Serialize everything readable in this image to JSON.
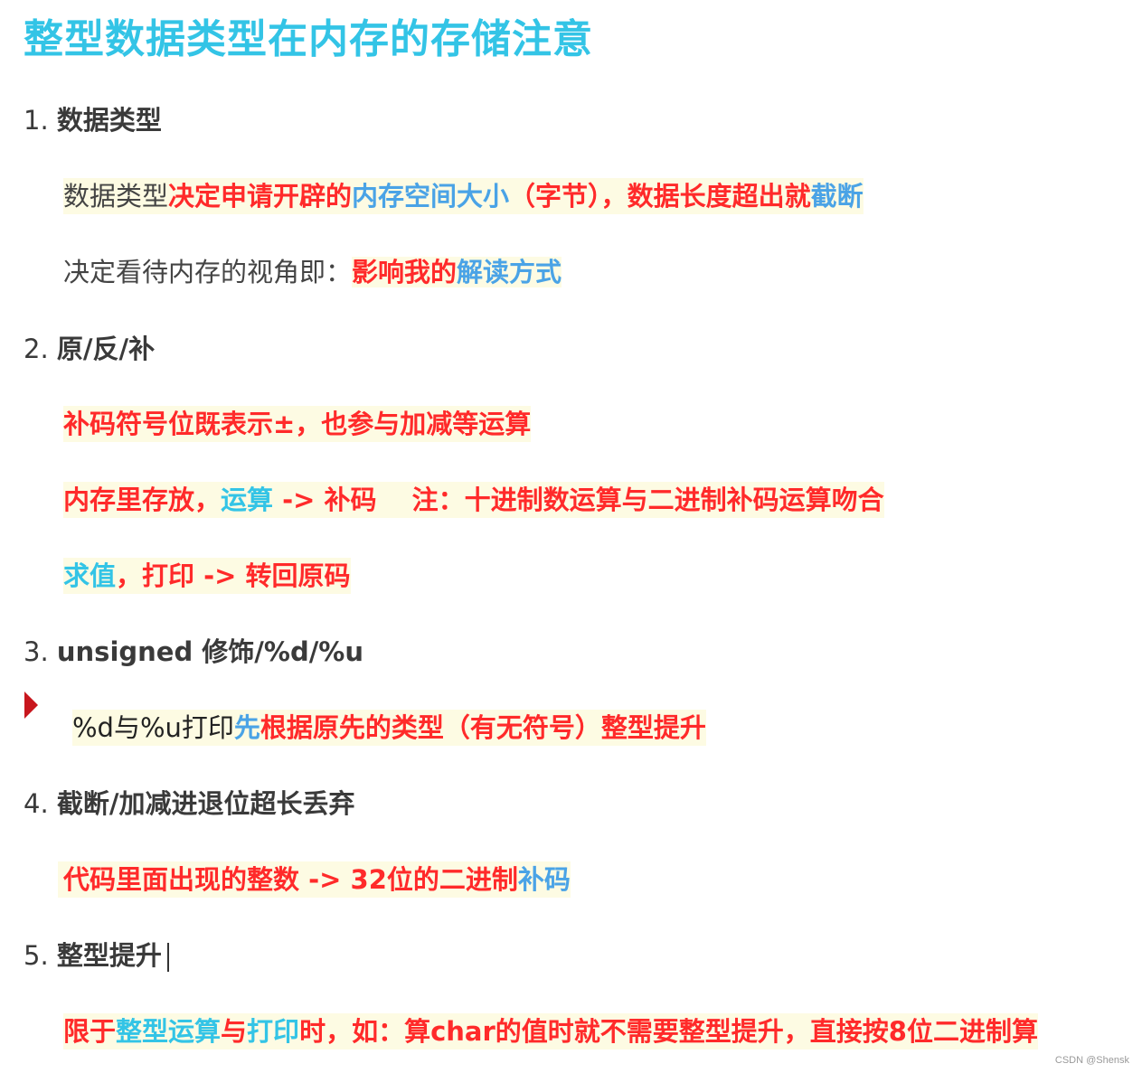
{
  "title": "整型数据类型在内存的存储注意",
  "sections": [
    {
      "num": "1.",
      "heading": "数据类型",
      "lines": [
        [
          {
            "text": "数据类型",
            "style": "plain"
          },
          {
            "text": "决定申请开辟的",
            "style": "red"
          },
          {
            "text": "内存空间大小",
            "style": "blue"
          },
          {
            "text": "（字节），",
            "style": "red"
          },
          {
            "text": "数据长度超出就",
            "style": "red"
          },
          {
            "text": "截断",
            "style": "blue"
          }
        ],
        [
          {
            "text": "决定看待内存的视角即：",
            "style": "plain"
          },
          {
            "text": "影响我的",
            "style": "red"
          },
          {
            "text": "解读方式",
            "style": "blue"
          }
        ]
      ]
    },
    {
      "num": "2.",
      "heading": "原/反/补",
      "lines": [
        [
          {
            "text": "补码符号位既表示±，也参与加减等运算",
            "style": "red"
          }
        ],
        [
          {
            "text": "内存里存放，",
            "style": "red"
          },
          {
            "text": "运算",
            "style": "cyan"
          },
          {
            "text": " -> 补码　 注：十进制数运算与二进制补码运算吻合",
            "style": "red"
          }
        ],
        [
          {
            "text": "求值",
            "style": "cyan"
          },
          {
            "text": "，打印 -> 转回原码",
            "style": "red"
          }
        ]
      ]
    },
    {
      "num": "3.",
      "heading": "unsigned 修饰/%d/%u",
      "lines": [
        [
          {
            "text": "%d与%u打印",
            "style": "plain"
          },
          {
            "text": "先",
            "style": "blue"
          },
          {
            "text": "根据原先的类型（有无符号）整型提升",
            "style": "red"
          }
        ]
      ]
    },
    {
      "num": "4.",
      "heading": "截断/加减进退位超长丢弃",
      "lines": [
        [
          {
            "text": "代码里面出现的整数 -> 32位的二进制",
            "style": "red"
          },
          {
            "text": "补码",
            "style": "blue"
          }
        ]
      ]
    },
    {
      "num": "5.",
      "heading": "整型提升",
      "lines": [
        [
          {
            "text": "限于",
            "style": "red"
          },
          {
            "text": "整型运算",
            "style": "cyan"
          },
          {
            "text": "与",
            "style": "red"
          },
          {
            "text": "打印",
            "style": "cyan"
          },
          {
            "text": "时，如：算char的值时就不需要整型提升，直接按8位二进制算",
            "style": "red"
          }
        ]
      ]
    }
  ],
  "watermark": "CSDN @Shensk",
  "colors": {
    "title": "#33c4e6",
    "red": "#ff2a2a",
    "blue": "#4aa3e6",
    "cyan": "#33c4e6",
    "highlight": "#fdfbe3",
    "marker": "#c8161d"
  }
}
